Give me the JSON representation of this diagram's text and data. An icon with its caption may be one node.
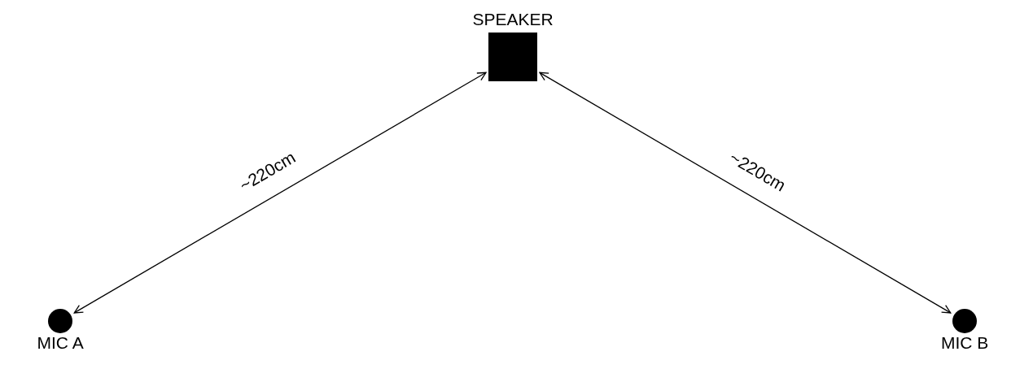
{
  "diagram": {
    "nodes": [
      {
        "text": [
          "SPEAKER"
        ]
      },
      {
        "text": [
          "MIC A"
        ]
      },
      {
        "text": [
          "MIC B"
        ]
      }
    ],
    "edges": [
      {
        "from": 1,
        "to": 0,
        "arrow": "both",
        "label": "~220cm"
      },
      {
        "from": 0,
        "to": 2,
        "arrow": "both",
        "label": "~220cm"
      }
    ]
  }
}
